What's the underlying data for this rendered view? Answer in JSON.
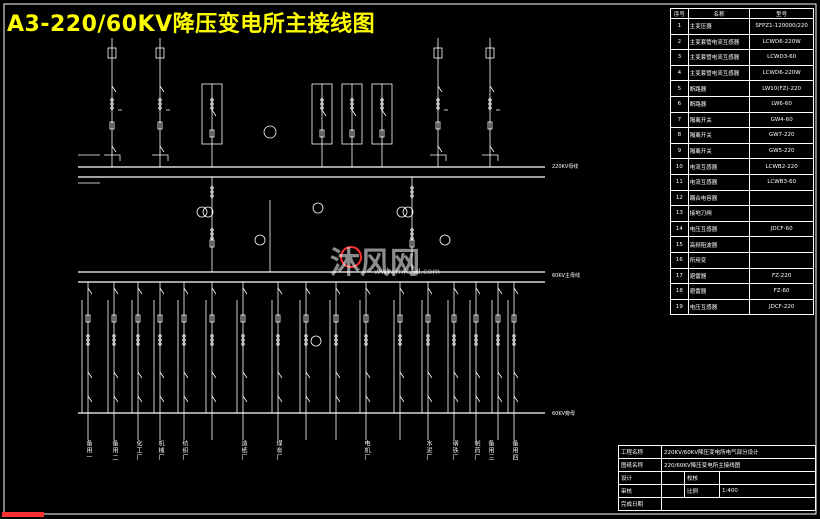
{
  "title": "A3-220/60KV降压变电所主接线图",
  "bus_labels": {
    "bus220": "220KV母线",
    "bus60_main": "60KV主母线",
    "bus60_aux": "60KV旁母"
  },
  "legend_header": {
    "no": "序号",
    "name": "名称",
    "model": "型号"
  },
  "legend": [
    {
      "no": "1",
      "name": "主变压器",
      "model": "SFPZ1-120000/220"
    },
    {
      "no": "2",
      "name": "主变套管电流互感器",
      "model": "LCWD6-220W"
    },
    {
      "no": "3",
      "name": "主变套管电流互感器",
      "model": "LCWD3-60"
    },
    {
      "no": "4",
      "name": "主变套管电流互感器",
      "model": "LCWD6-220W"
    },
    {
      "no": "5",
      "name": "断路器",
      "model": "LW10(FZ)-220"
    },
    {
      "no": "6",
      "name": "断路器",
      "model": "LW6-60"
    },
    {
      "no": "7",
      "name": "隔离开关",
      "model": "GW4-60"
    },
    {
      "no": "8",
      "name": "隔离开关",
      "model": "GW7-220"
    },
    {
      "no": "9",
      "name": "隔离开关",
      "model": "GW5-220"
    },
    {
      "no": "10",
      "name": "电流互感器",
      "model": "LCWB2-220"
    },
    {
      "no": "11",
      "name": "电流互感器",
      "model": "LCWB3-60"
    },
    {
      "no": "12",
      "name": "耦合电容器",
      "model": ""
    },
    {
      "no": "13",
      "name": "接地刀闸",
      "model": ""
    },
    {
      "no": "14",
      "name": "电压互感器",
      "model": "JDCF-60"
    },
    {
      "no": "15",
      "name": "高频阻波器",
      "model": ""
    },
    {
      "no": "16",
      "name": "所用变",
      "model": ""
    },
    {
      "no": "17",
      "name": "避雷器",
      "model": "FZ-220"
    },
    {
      "no": "18",
      "name": "避雷器",
      "model": "FZ-60"
    },
    {
      "no": "19",
      "name": "电压互感器",
      "model": "JDCF-220"
    }
  ],
  "title_block": {
    "r1a": "工程名称",
    "r1b": "220KV/60KV降压变电所电气部分设计",
    "r2a": "图纸名称",
    "r2b": "220/60KV降压变电所主接线图",
    "r3a": "设计",
    "r3b": "",
    "r3c": "校核",
    "r3d": "",
    "r4a": "审核",
    "r4b": "",
    "r4c": "比例",
    "r4d": "1:400",
    "r5a": "完成日期",
    "r5b": ""
  },
  "feeders_left": [
    "备用一",
    "备用二",
    "化工厂",
    "机械厂",
    "纺织厂",
    "造纸厂",
    "煤炭厂"
  ],
  "feeders_right": [
    "电机厂",
    "水泥厂",
    "钢铁厂",
    "制药厂",
    "备用三",
    "备用四"
  ],
  "watermark": {
    "main": "沐风网",
    "sub": "www.mfcad.com"
  },
  "colors": {
    "background": "#000000",
    "lines": "#ffffff",
    "title": "#ffff00",
    "accent": "#ff3030"
  }
}
